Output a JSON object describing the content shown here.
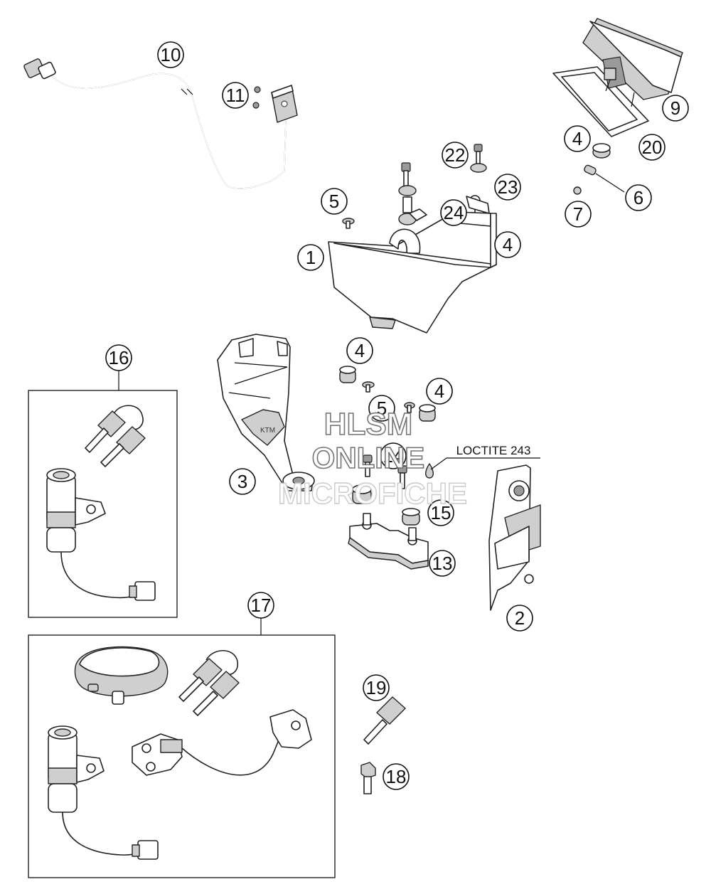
{
  "callouts": [
    "1",
    "2",
    "3",
    "4",
    "5",
    "6",
    "7",
    "9",
    "10",
    "11",
    "13",
    "14",
    "15",
    "16",
    "17",
    "18",
    "19",
    "20",
    "22",
    "23",
    "24"
  ],
  "loctite_label": "LOCTITE 243",
  "watermark": {
    "line1": "HLSM",
    "line2": "ONLINE",
    "line3": "MICROFICHE"
  }
}
